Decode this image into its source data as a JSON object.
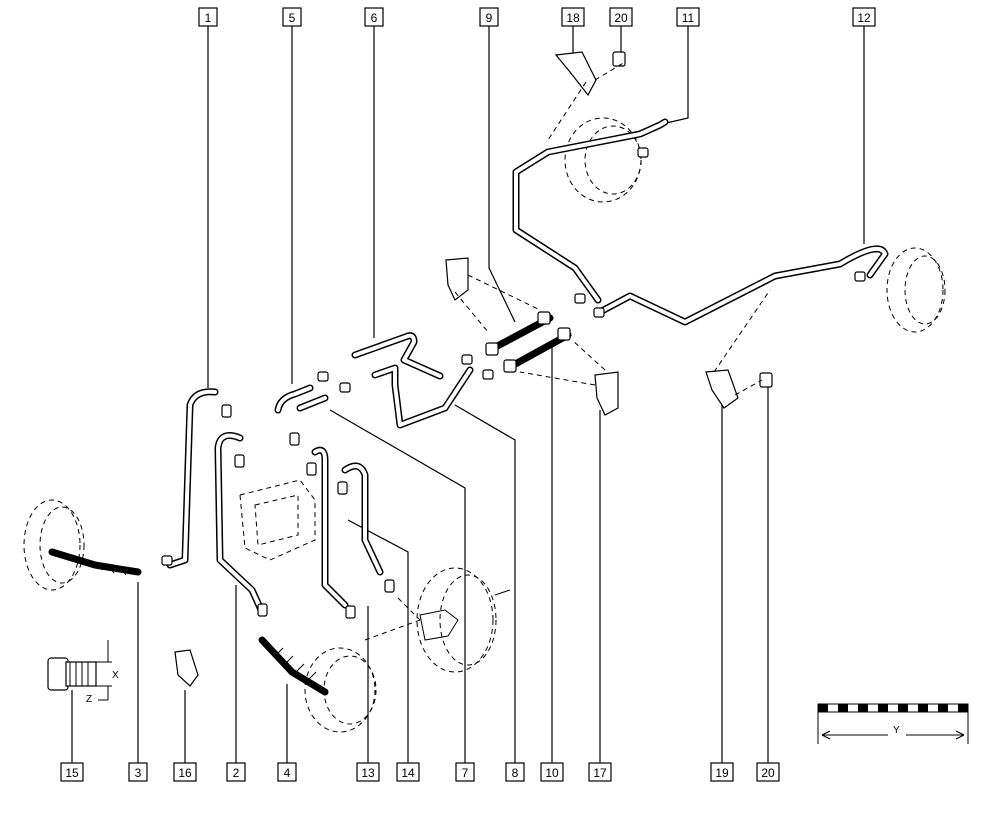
{
  "callouts_top": [
    "1",
    "5",
    "6",
    "9",
    "18",
    "20",
    "11",
    "12"
  ],
  "callouts_bottom": [
    "15",
    "3",
    "16",
    "2",
    "4",
    "13",
    "14",
    "7",
    "8",
    "10",
    "17",
    "19",
    "20"
  ],
  "dimension_labels": {
    "x": "X",
    "z": "Z",
    "y": "Y"
  },
  "colors": {
    "ink": "#000000",
    "paper": "#ffffff"
  }
}
